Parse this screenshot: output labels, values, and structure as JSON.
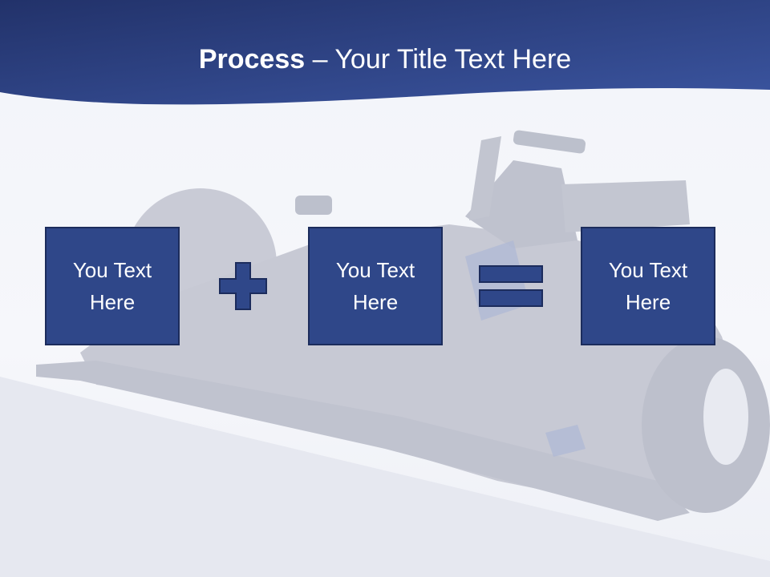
{
  "slide": {
    "title_bold": "Process",
    "title_rest": " – Your Title Text Here"
  },
  "process": {
    "boxes": [
      {
        "label": "You Text Here"
      },
      {
        "label": "You Text Here"
      },
      {
        "label": "You Text Here"
      }
    ],
    "operators": [
      "plus-icon",
      "equals-icon"
    ]
  },
  "colors": {
    "header_dark": "#22326a",
    "header_light": "#3b55a0",
    "box_fill": "#2f4789",
    "box_border": "#1c2c5c",
    "background": "#f4f6fb"
  }
}
